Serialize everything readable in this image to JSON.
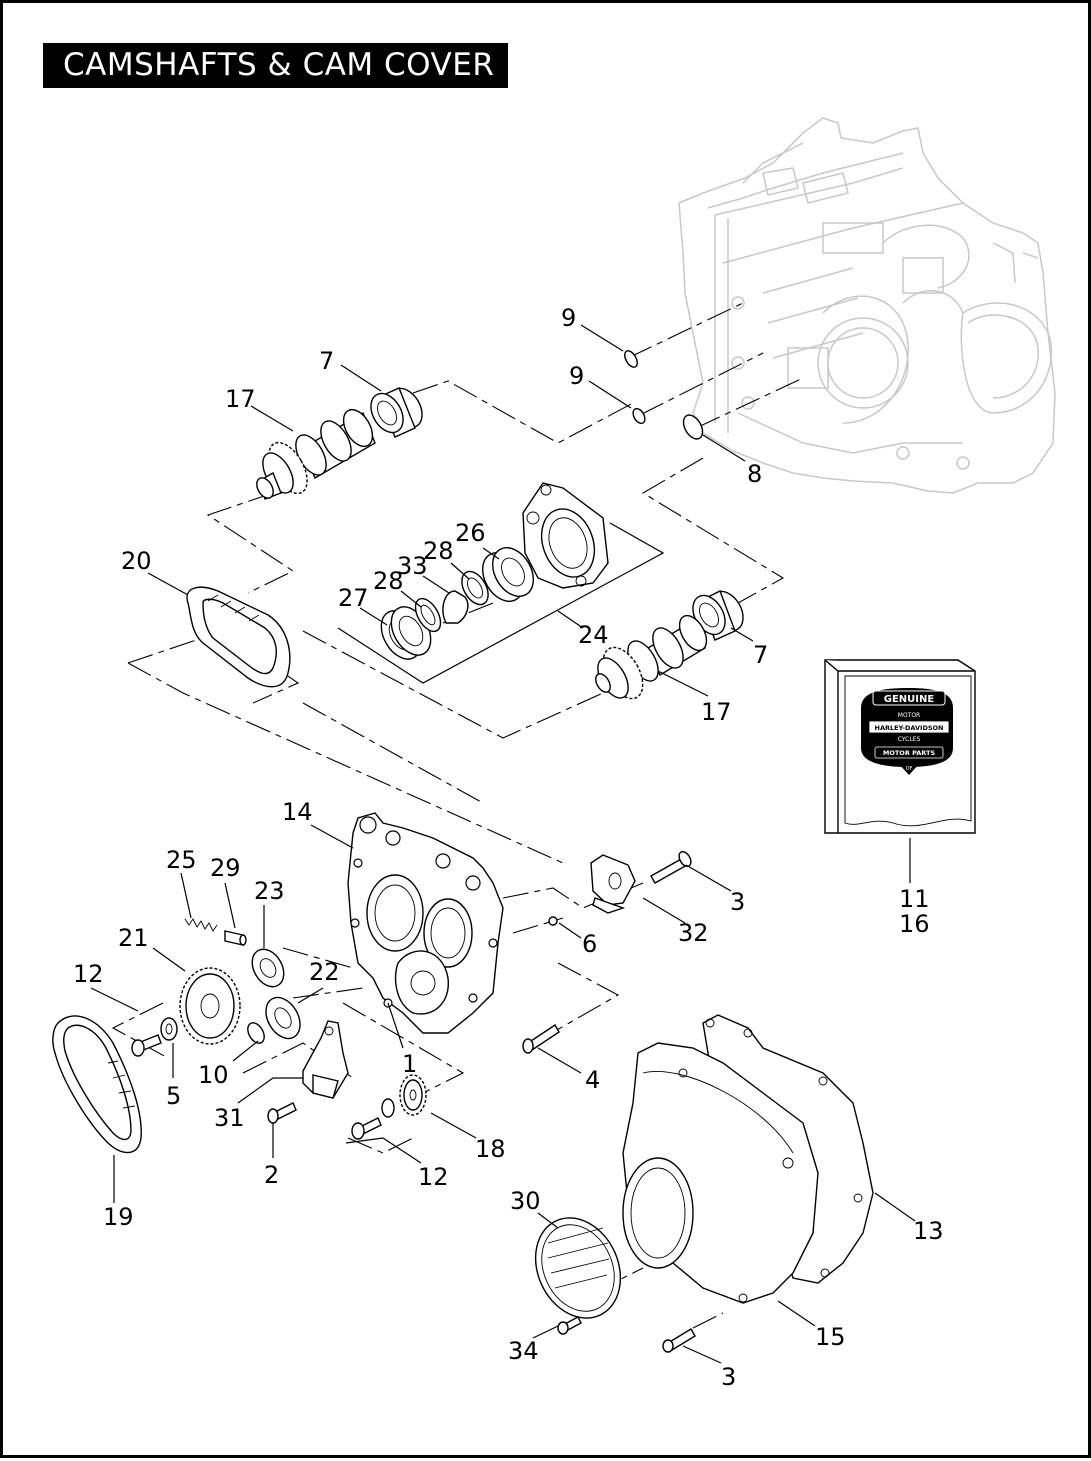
{
  "title": "CAMSHAFTS & CAM COVER",
  "logo": {
    "text_top": "GENUINE",
    "text_arc": "MOTOR",
    "text_center": "HARLEY-DAVIDSON",
    "text_cycles": "CYCLES",
    "text_bottom": "MOTOR PARTS",
    "text_of": "OF"
  },
  "callouts": [
    "9",
    "9",
    "7",
    "17",
    "8",
    "20",
    "33",
    "28",
    "26",
    "28",
    "27",
    "24",
    "7",
    "17",
    "14",
    "25",
    "29",
    "23",
    "21",
    "22",
    "12",
    "3",
    "32",
    "6",
    "11",
    "16",
    "5",
    "10",
    "1",
    "31",
    "4",
    "2",
    "18",
    "12",
    "19",
    "30",
    "13",
    "15",
    "34",
    "3"
  ]
}
